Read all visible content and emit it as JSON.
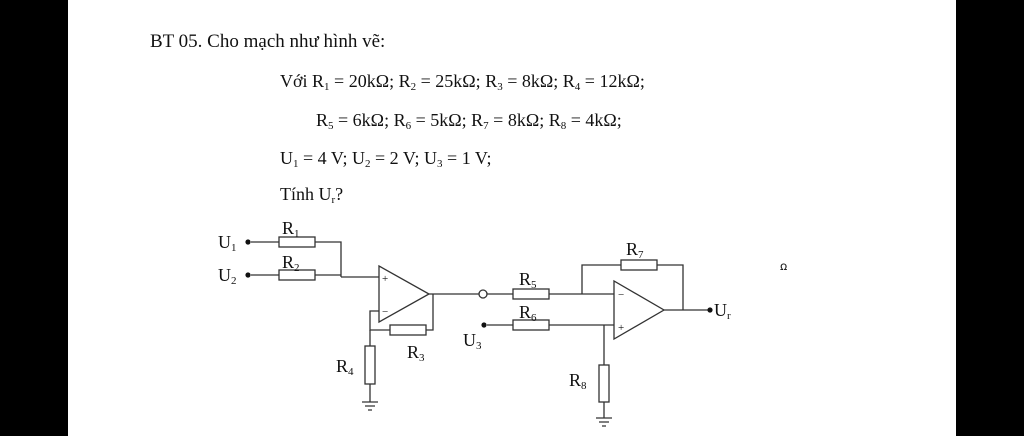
{
  "problem": {
    "title": "BT 05. Cho mạch như hình vẽ:",
    "prefix_given": "Với ",
    "resistors": [
      {
        "symbol": "R",
        "sub": "1",
        "value": "20kΩ"
      },
      {
        "symbol": "R",
        "sub": "2",
        "value": "25kΩ"
      },
      {
        "symbol": "R",
        "sub": "3",
        "value": "8kΩ"
      },
      {
        "symbol": "R",
        "sub": "4",
        "value": "12kΩ"
      },
      {
        "symbol": "R",
        "sub": "5",
        "value": "6kΩ"
      },
      {
        "symbol": "R",
        "sub": "6",
        "value": "5kΩ"
      },
      {
        "symbol": "R",
        "sub": "7",
        "value": "8kΩ"
      },
      {
        "symbol": "R",
        "sub": "8",
        "value": "4kΩ"
      }
    ],
    "voltages": [
      {
        "symbol": "U",
        "sub": "1",
        "value": "4 V"
      },
      {
        "symbol": "U",
        "sub": "2",
        "value": "2 V"
      },
      {
        "symbol": "U",
        "sub": "3",
        "value": "1 V"
      }
    ],
    "question_prefix": "Tính U",
    "question_sub": "r",
    "question_suffix": "?"
  },
  "circuit": {
    "labels": {
      "u1": {
        "main": "U",
        "sub": "1"
      },
      "u2": {
        "main": "U",
        "sub": "2"
      },
      "u3": {
        "main": "U",
        "sub": "3"
      },
      "ur": {
        "main": "U",
        "sub": "r"
      },
      "r1": {
        "main": "R",
        "sub": "1"
      },
      "r2": {
        "main": "R",
        "sub": "2"
      },
      "r3": {
        "main": "R",
        "sub": "3"
      },
      "r4": {
        "main": "R",
        "sub": "4"
      },
      "r5": {
        "main": "R",
        "sub": "5"
      },
      "r6": {
        "main": "R",
        "sub": "6"
      },
      "r7": {
        "main": "R",
        "sub": "7"
      },
      "r8": {
        "main": "R",
        "sub": "8"
      }
    },
    "plus": "+",
    "minus": "−"
  },
  "side_glyph": "ꭥ"
}
